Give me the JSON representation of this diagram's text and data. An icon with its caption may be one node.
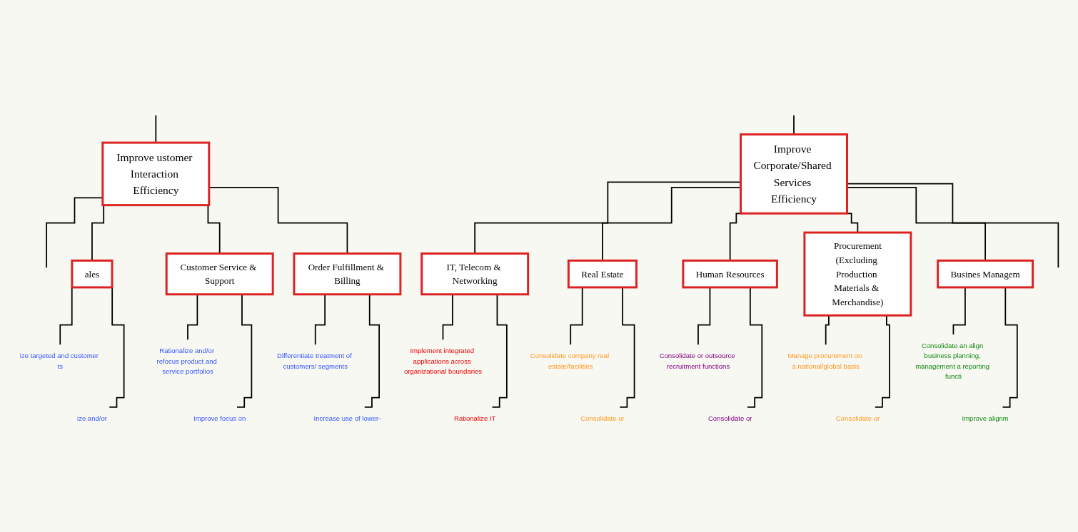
{
  "diagram": {
    "nodes": [
      {
        "text": [
          "Improve ustomer Interaction Efficiency"
        ]
      },
      {
        "text": [
          "Improve Corporate/Shared Services Efficiency"
        ]
      },
      {
        "text": [
          "ales"
        ]
      },
      {
        "text": [
          "Customer Service & Support"
        ]
      },
      {
        "text": [
          "Order Fulfillment & Billing"
        ]
      },
      {
        "text": [
          "IT, Telecom & Networking"
        ]
      },
      {
        "text": [
          "Real Estate"
        ]
      },
      {
        "text": [
          "Human Resources"
        ]
      },
      {
        "text": [
          "Procurement",
          "(Excluding Production Materials & Merchandise)"
        ]
      },
      {
        "text": [
          "Busines Managem"
        ]
      },
      {
        "text": [
          "ize targeted and customer ts"
        ]
      },
      {
        "text": [
          "ize and/or"
        ]
      },
      {
        "text": [
          "Rationalize and/or refocus product and service portfolios"
        ]
      },
      {
        "text": [
          "Improve focus on"
        ]
      },
      {
        "text": [
          "Differentiate treatment of customers/ segments"
        ]
      },
      {
        "text": [
          "Increase use of lower-"
        ]
      },
      {
        "text": [
          "Implement integrated applications across organizational boundaries"
        ]
      },
      {
        "text": [
          "Rationalize IT"
        ]
      },
      {
        "text": [
          "Consolidate company real estate/facilities"
        ]
      },
      {
        "text": [
          "Consolidate or"
        ]
      },
      {
        "text": [
          "Consolidate or outsource recruitment functions"
        ]
      },
      {
        "text": [
          "Consolidate or"
        ]
      },
      {
        "text": [
          "Manage procurement on a national/global basis"
        ]
      },
      {
        "text": [
          "Consolidate or"
        ]
      },
      {
        "text": [
          "Consolidate an align business planning, management a reporting functi"
        ]
      },
      {
        "text": [
          "Improve alignm"
        ]
      }
    ],
    "edges": [
      {
        "from": null,
        "to": 0,
        "arrow": "none"
      },
      {
        "from": null,
        "to": 1,
        "arrow": "none"
      },
      {
        "from": 0,
        "to": null,
        "arrow": "none"
      },
      {
        "from": 0,
        "to": 2,
        "arrow": "none"
      },
      {
        "from": 0,
        "to": 3,
        "arrow": "none"
      },
      {
        "from": 0,
        "to": 4,
        "arrow": "none"
      },
      {
        "from": 1,
        "to": 5,
        "arrow": "none"
      },
      {
        "from": 1,
        "to": 6,
        "arrow": "none"
      },
      {
        "from": 1,
        "to": 7,
        "arrow": "none"
      },
      {
        "from": 1,
        "to": 8,
        "arrow": "none"
      },
      {
        "from": 1,
        "to": 9,
        "arrow": "none"
      },
      {
        "from": 1,
        "to": null,
        "arrow": "none"
      },
      {
        "from": 2,
        "to": 10,
        "arrow": "none"
      },
      {
        "from": 2,
        "to": 11,
        "arrow": "none"
      },
      {
        "from": 3,
        "to": 12,
        "arrow": "none"
      },
      {
        "from": 3,
        "to": 13,
        "arrow": "none"
      },
      {
        "from": 4,
        "to": 14,
        "arrow": "none"
      },
      {
        "from": 4,
        "to": 15,
        "arrow": "none"
      },
      {
        "from": 5,
        "to": 16,
        "arrow": "none"
      },
      {
        "from": 5,
        "to": 17,
        "arrow": "none"
      },
      {
        "from": 6,
        "to": 18,
        "arrow": "none"
      },
      {
        "from": 6,
        "to": 19,
        "arrow": "none"
      },
      {
        "from": 7,
        "to": 20,
        "arrow": "none"
      },
      {
        "from": 7,
        "to": 21,
        "arrow": "none"
      },
      {
        "from": 8,
        "to": 22,
        "arrow": "none"
      },
      {
        "from": 8,
        "to": 23,
        "arrow": "none"
      },
      {
        "from": 9,
        "to": 24,
        "arrow": "none"
      },
      {
        "from": 9,
        "to": 25,
        "arrow": "none"
      }
    ]
  }
}
